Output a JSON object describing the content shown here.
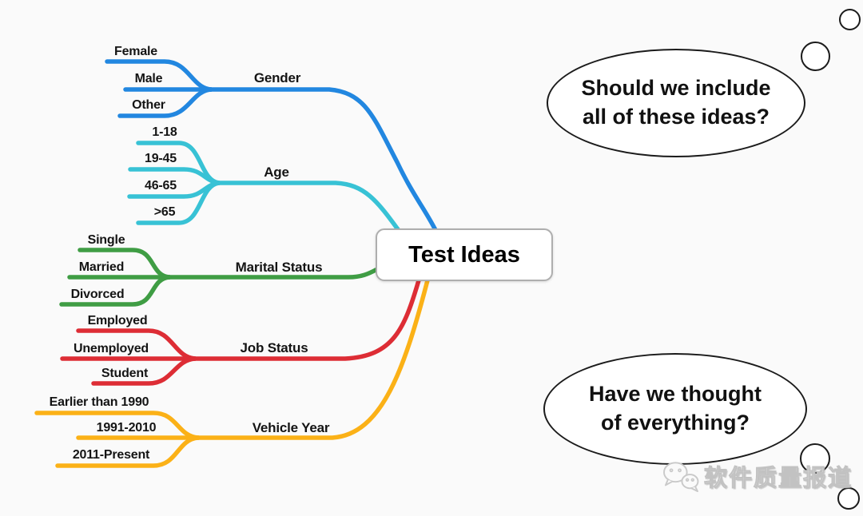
{
  "canvas": {
    "background_color": "#fafafa"
  },
  "center_node": {
    "label": "Test Ideas"
  },
  "branches": [
    {
      "name": "Gender",
      "color": "#2287e0",
      "items": [
        "Female",
        "Male",
        "Other"
      ]
    },
    {
      "name": "Age",
      "color": "#38c2d5",
      "items": [
        "1-18",
        "19-45",
        "46-65",
        ">65"
      ]
    },
    {
      "name": "Marital Status",
      "color": "#3f9d44",
      "items": [
        "Single",
        "Married",
        "Divorced"
      ]
    },
    {
      "name": "Job Status",
      "color": "#dd2d35",
      "items": [
        "Employed",
        "Unemployed",
        "Student"
      ]
    },
    {
      "name": "Vehicle Year",
      "color": "#fbb117",
      "items": [
        "Earlier than 1990",
        "1991-2010",
        "2011-Present"
      ]
    }
  ],
  "thought_bubbles": [
    {
      "line1": "Should we include",
      "line2": "all of these ideas?"
    },
    {
      "line1": "Have we thought",
      "line2": "of everything?"
    }
  ],
  "watermark": {
    "text": "软件质量报道"
  }
}
